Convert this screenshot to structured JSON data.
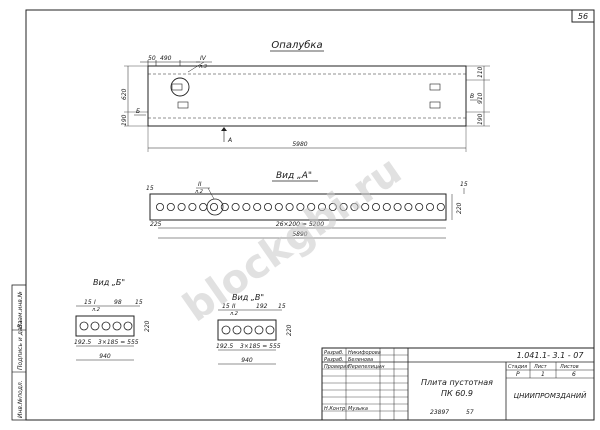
{
  "sheet_number": "56",
  "title_formwork": "Опалубка",
  "view_a_title": "Вид „А\"",
  "view_b_title": "Вид „Б\"",
  "view_v_title": "Вид „В\"",
  "watermark": "blockgbi.ru",
  "top_dims": {
    "d1": "50",
    "d2": "490"
  },
  "section_iv": "IV",
  "section_iv_sheet": "л.3",
  "left_dims": [
    "620",
    "190"
  ],
  "right_dims": [
    "110",
    "910",
    "190"
  ],
  "marker_b": "Б",
  "marker_v": "В",
  "marker_a": "А",
  "length_total": "5980",
  "view_a": {
    "left_end": "15",
    "right_end": "15",
    "roman": "II",
    "roman_sheet": "л.2",
    "holes_dims": "26×200 = 5200",
    "inner": "5890",
    "start": "225",
    "height": "220"
  },
  "view_b": {
    "d_left": "15",
    "roman": "I",
    "roman_sheet": "л.2",
    "d_mid": "98",
    "d_right": "15",
    "d_bot1": "192.5",
    "d_bot2": "3×185 = 555",
    "width": "940",
    "height": "220"
  },
  "view_v": {
    "d_left": "15",
    "roman": "II",
    "roman_sheet": "л.2",
    "d_mid": "192",
    "d_right": "15",
    "d_bot1": "192.5",
    "d_bot2": "3×185 = 555",
    "width": "940",
    "height": "220"
  },
  "side_stamp": [
    "Инв.№подл.",
    "Подпись и дата",
    "Взам.инв.№"
  ],
  "title_block": {
    "code": "1.041.1- 3.1 - 07",
    "name_line1": "Плита пустотная",
    "name_line2": "ПК 60.9",
    "org": "ЦНИИПРОМЗДАНИЙ",
    "head_stage": "Стадия",
    "head_sheet": "Лист",
    "head_sheets": "Листов",
    "val_stage": "Р",
    "val_sheet": "1",
    "val_sheets": "6",
    "rows": [
      {
        "role": "Разраб.",
        "name": "Никифорова"
      },
      {
        "role": "Разраб.",
        "name": "Беленова"
      },
      {
        "role": "Проверил",
        "name": "Перепелицын"
      },
      {
        "role": "",
        "name": ""
      },
      {
        "role": "Н.Контр.",
        "name": "Музыка"
      }
    ],
    "bottom_num1": "23897",
    "bottom_num2": "57"
  }
}
